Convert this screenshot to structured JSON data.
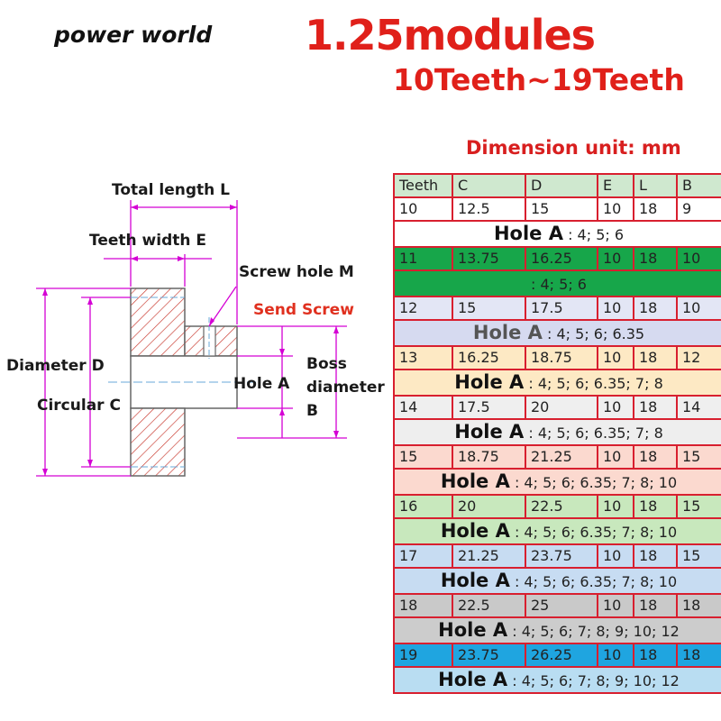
{
  "header": {
    "brand": "power world",
    "title": "1.25modules",
    "subtitle": "10Teeth~19Teeth",
    "unit": "Dimension unit: mm"
  },
  "diagram": {
    "total_length": "Total length L",
    "teeth_width": "Teeth width E",
    "screw_hole": "Screw hole M",
    "send_screw": "Send Screw",
    "diameter_d": "Diameter D",
    "hole_a": "Hole A",
    "boss": "Boss",
    "diameter": "diameter",
    "b": "B",
    "circular_c": "Circular C"
  },
  "colors": {
    "accent_red": "#e0201a",
    "table_border": "#d81f2f",
    "dimension_magenta": "#d400d4",
    "hatch_red": "#c8362b"
  },
  "table": {
    "headers": [
      "Teeth",
      "C",
      "D",
      "E",
      "L",
      "B"
    ],
    "rows": [
      {
        "cells": [
          "10",
          "12.5",
          "15",
          "10",
          "18",
          "9"
        ],
        "bg": "#ffffff",
        "hole_label": "Hole A",
        "hole_values": ": 4; 5; 6",
        "hole_bg": "#ffffff",
        "hole_color": "#111111"
      },
      {
        "cells": [
          "11",
          "13.75",
          "16.25",
          "10",
          "18",
          "10"
        ],
        "bg": "#17a64a",
        "hole_label": "",
        "hole_values": ": 4; 5; 6",
        "hole_bg": "#17a64a",
        "hole_color": "#111111"
      },
      {
        "cells": [
          "12",
          "15",
          "17.5",
          "10",
          "18",
          "10"
        ],
        "bg": "#e3e6f5",
        "hole_label": "Hole A",
        "hole_values": ": 4; 5; 6; 6.35",
        "hole_bg": "#d6daf0",
        "hole_color": "#555555"
      },
      {
        "cells": [
          "13",
          "16.25",
          "18.75",
          "10",
          "18",
          "12"
        ],
        "bg": "#fde9c4",
        "hole_label": "Hole A",
        "hole_values": ": 4; 5; 6; 6.35; 7; 8",
        "hole_bg": "#fde9c4",
        "hole_color": "#111111"
      },
      {
        "cells": [
          "14",
          "17.5",
          "20",
          "10",
          "18",
          "14"
        ],
        "bg": "#efefef",
        "hole_label": "Hole A",
        "hole_values": ": 4; 5; 6; 6.35; 7; 8",
        "hole_bg": "#eeeeee",
        "hole_color": "#111111"
      },
      {
        "cells": [
          "15",
          "18.75",
          "21.25",
          "10",
          "18",
          "15"
        ],
        "bg": "#fbd9cf",
        "hole_label": "Hole A",
        "hole_values": ": 4; 5; 6; 6.35; 7; 8; 10",
        "hole_bg": "#fbd9cf",
        "hole_color": "#111111"
      },
      {
        "cells": [
          "16",
          "20",
          "22.5",
          "10",
          "18",
          "15"
        ],
        "bg": "#c8e8bd",
        "hole_label": "Hole A",
        "hole_values": ": 4; 5; 6; 6.35; 7; 8; 10",
        "hole_bg": "#c8e8bd",
        "hole_color": "#111111"
      },
      {
        "cells": [
          "17",
          "21.25",
          "23.75",
          "10",
          "18",
          "15"
        ],
        "bg": "#c7dcf2",
        "hole_label": "Hole A",
        "hole_values": ": 4; 5; 6; 6.35; 7; 8; 10",
        "hole_bg": "#c7dcf2",
        "hole_color": "#111111"
      },
      {
        "cells": [
          "18",
          "22.5",
          "25",
          "10",
          "18",
          "18"
        ],
        "bg": "#c9c9c9",
        "hole_label": "Hole A",
        "hole_values": ": 4; 5; 6; 7; 8; 9; 10; 12",
        "hole_bg": "#cccccc",
        "hole_color": "#111111"
      },
      {
        "cells": [
          "19",
          "23.75",
          "26.25",
          "10",
          "18",
          "18"
        ],
        "bg": "#1fa5e0",
        "hole_label": "Hole A",
        "hole_values": ": 4; 5; 6; 7; 8; 9; 10; 12",
        "hole_bg": "#b9ddf2",
        "hole_color": "#111111"
      }
    ]
  }
}
